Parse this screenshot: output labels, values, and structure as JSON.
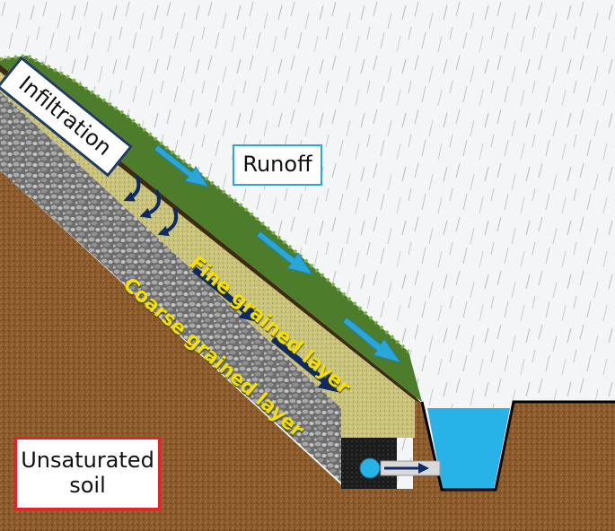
{
  "labels": {
    "infiltration": "Infiltration",
    "runoff": "Runoff",
    "fine_layer": "Fine grained layer",
    "coarse_layer": "Coarse grained layer",
    "unsaturated_line1": "Unsaturated",
    "unsaturated_line2": "soil"
  },
  "colors": {
    "soil": "#8a5a2c",
    "gravel": "#8c8c8c",
    "fine_layer": "#c9c27a",
    "grass": "#4d7d2a",
    "water": "#27b2e8",
    "runoff_arrow": "#2aa7d8",
    "flow_arrow": "#0e2a66",
    "rain_background": "#f3f5f7",
    "infiltration_border": "#1f3b60",
    "unsaturated_border": "#e0262b",
    "layer_text": "#f5e100"
  },
  "icons": [
    "rain",
    "runoff-arrow",
    "infiltration-arrow",
    "flow-arrow",
    "drain-pipe"
  ]
}
